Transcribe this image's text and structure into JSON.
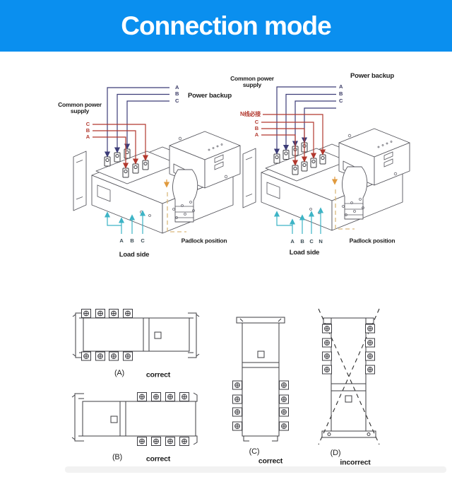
{
  "header": {
    "title": "Connection mode"
  },
  "colors": {
    "header_bg": "#0a8fef",
    "wire_red": "#b2382e",
    "wire_navy": "#3c3c78",
    "wire_cyan": "#3db4c6",
    "wire_orange": "#e09a3e",
    "wire_tan": "#d9b87c"
  },
  "three_pole": {
    "common_supply_label": "Common power supply",
    "power_backup_label": "Power backup",
    "load_side_label": "Load side",
    "padlock_label": "Padlock position",
    "supply_phases": [
      "C",
      "B",
      "A"
    ],
    "backup_phases": [
      "A",
      "B",
      "C"
    ],
    "load_phases": [
      "A",
      "B",
      "C"
    ]
  },
  "four_pole": {
    "common_supply_label": "Common power supply",
    "power_backup_label": "Power backup",
    "load_side_label": "Load side",
    "padlock_label": "Padlock position",
    "neutral_note": "N线必接",
    "supply_phases": [
      "C",
      "B",
      "A"
    ],
    "backup_phases": [
      "A",
      "B",
      "C"
    ],
    "load_phases": [
      "A",
      "B",
      "C",
      "N"
    ]
  },
  "orientations": [
    {
      "label": "(A)",
      "verdict": "correct"
    },
    {
      "label": "(B)",
      "verdict": "correct"
    },
    {
      "label": "(C)",
      "verdict": "correct"
    },
    {
      "label": "(D)",
      "verdict": "incorrect"
    }
  ]
}
